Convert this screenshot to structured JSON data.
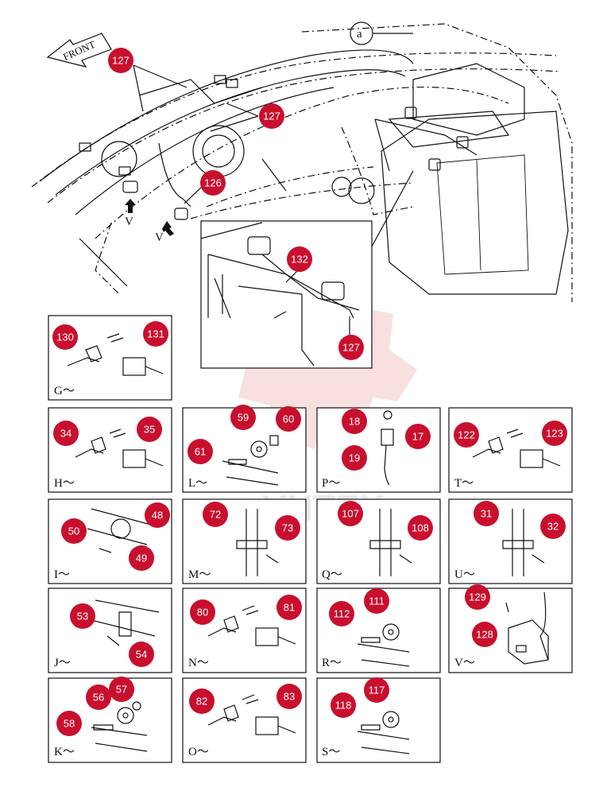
{
  "header": {
    "front_label": "FRONT",
    "ref_a": "a",
    "view_marker": "V"
  },
  "main_callouts": [
    "127",
    "127",
    "126",
    "132",
    "127"
  ],
  "panels": [
    {
      "id": "G",
      "label": "G～",
      "callouts": [
        "130",
        "131"
      ]
    },
    {
      "id": "H",
      "label": "H～",
      "callouts": [
        "34",
        "35"
      ]
    },
    {
      "id": "L",
      "label": "L～",
      "callouts": [
        "59",
        "60",
        "61"
      ]
    },
    {
      "id": "P",
      "label": "P～",
      "callouts": [
        "18",
        "17",
        "19"
      ]
    },
    {
      "id": "T",
      "label": "T～",
      "callouts": [
        "122",
        "123"
      ]
    },
    {
      "id": "I",
      "label": "I～",
      "callouts": [
        "48",
        "50",
        "49"
      ]
    },
    {
      "id": "M",
      "label": "M～",
      "callouts": [
        "72",
        "73"
      ]
    },
    {
      "id": "Q",
      "label": "Q～",
      "callouts": [
        "107",
        "108"
      ]
    },
    {
      "id": "U",
      "label": "U～",
      "callouts": [
        "31",
        "32"
      ]
    },
    {
      "id": "J",
      "label": "J～",
      "callouts": [
        "53",
        "54"
      ]
    },
    {
      "id": "N",
      "label": "N～",
      "callouts": [
        "80",
        "81"
      ]
    },
    {
      "id": "R",
      "label": "R～",
      "callouts": [
        "111",
        "112"
      ]
    },
    {
      "id": "V",
      "label": "V～",
      "callouts": [
        "129",
        "128"
      ]
    },
    {
      "id": "K",
      "label": "K～",
      "callouts": [
        "57",
        "56",
        "58"
      ]
    },
    {
      "id": "O",
      "label": "O～",
      "callouts": [
        "82",
        "83"
      ]
    },
    {
      "id": "S",
      "label": "S～",
      "callouts": [
        "117",
        "118"
      ]
    }
  ],
  "colors": {
    "callout": "#c8102e",
    "watermark": "#f3c6c6"
  },
  "watermark_text": "VHTEX"
}
